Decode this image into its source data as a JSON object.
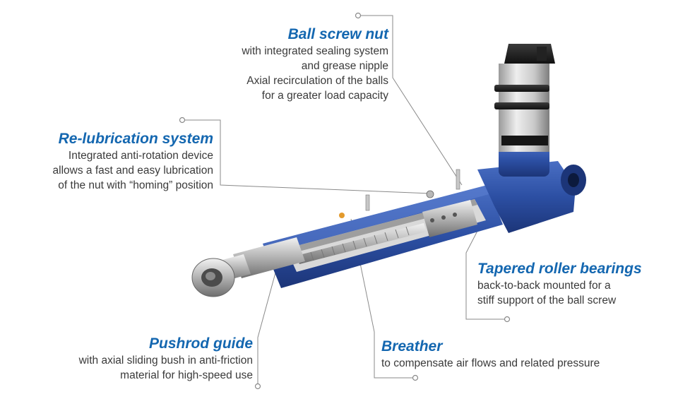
{
  "labels": {
    "ball_screw_nut": {
      "title": "Ball screw nut",
      "lines": [
        "with integrated sealing system",
        "and grease nipple",
        "Axial recirculation of the balls",
        "for a greater load capacity"
      ]
    },
    "relubrication": {
      "title": "Re-lubrication system",
      "lines": [
        "Integrated anti-rotation device",
        "allows a fast and easy lubrication",
        "of the nut with “homing” position"
      ]
    },
    "tapered_bearings": {
      "title": "Tapered roller bearings",
      "lines": [
        "back-to-back mounted for a",
        "stiff support of the ball screw"
      ]
    },
    "pushrod_guide": {
      "title": "Pushrod guide",
      "lines": [
        "with axial sliding bush in anti-friction",
        "material for high-speed use"
      ]
    },
    "breather": {
      "title": "Breather",
      "lines": [
        "to compensate air flows and related pressure"
      ]
    }
  },
  "colors": {
    "accent": "#1467b0",
    "housing": "#2c4fa3",
    "text": "#3a3a3a",
    "leader": "#8a8a8a"
  }
}
